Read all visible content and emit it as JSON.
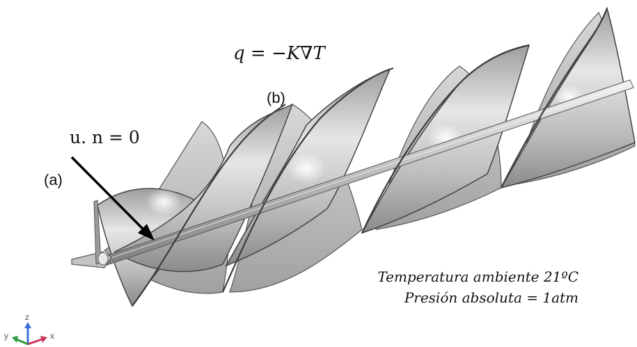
{
  "labels": {
    "heat_flux_eq": "q = −K∇T",
    "label_b": "(b)",
    "normal_eq": "u. n = 0",
    "label_a": "(a)"
  },
  "conditions": {
    "temperature": "Temperatura ambiente 21ºC",
    "pressure": "Presión absoluta  = 1atm"
  },
  "axes_triad": {
    "z": "z",
    "y": "y",
    "x": "x",
    "colors": {
      "z": "#3b6fd4",
      "y": "#2e9e3e",
      "x": "#c8365a"
    }
  },
  "colors": {
    "surface_light": "#e4e4e4",
    "surface_mid": "#b4b4b4",
    "surface_dark": "#7a7a7a",
    "edge": "#4a4a4a",
    "arrow": "#000000"
  }
}
